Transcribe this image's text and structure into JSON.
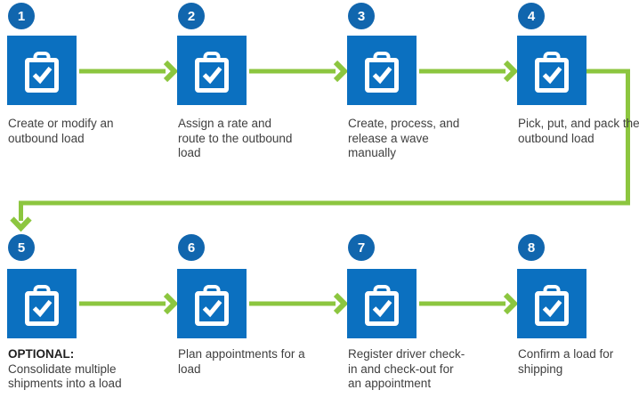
{
  "colors": {
    "square_blue": "#0b70c0",
    "circle_blue": "#1166ae",
    "arrow_green": "#8cc63f",
    "text_gray": "#3f3f3f",
    "optional_black": "#1f1f1f",
    "icon_white": "#ffffff",
    "background": "#ffffff"
  },
  "steps": [
    {
      "number": "1",
      "icon": "clipboard-check-icon",
      "lines": [
        "Create or modify an",
        "outbound load"
      ]
    },
    {
      "number": "2",
      "icon": "clipboard-check-icon",
      "lines": [
        "Assign a rate and",
        "route to the outbound",
        "load"
      ]
    },
    {
      "number": "3",
      "icon": "clipboard-check-icon",
      "lines": [
        "Create, process, and",
        "release a wave",
        "manually"
      ]
    },
    {
      "number": "4",
      "icon": "clipboard-check-icon",
      "lines": [
        "Pick, put, and pack the",
        "outbound load"
      ]
    },
    {
      "number": "5",
      "icon": "clipboard-check-icon",
      "optional_label": "OPTIONAL:",
      "lines": [
        "Consolidate multiple",
        "shipments into a load"
      ]
    },
    {
      "number": "6",
      "icon": "clipboard-check-icon",
      "lines": [
        "Plan appointments for a",
        "load"
      ]
    },
    {
      "number": "7",
      "icon": "clipboard-check-icon",
      "lines": [
        "Register driver check-",
        "in and check-out for",
        "an appointment"
      ]
    },
    {
      "number": "8",
      "icon": "clipboard-check-icon",
      "lines": [
        "Confirm a load for",
        "shipping"
      ]
    }
  ],
  "flow": [
    "1→2",
    "2→3",
    "3→4",
    "4→5",
    "5→6",
    "6→7",
    "7→8"
  ]
}
